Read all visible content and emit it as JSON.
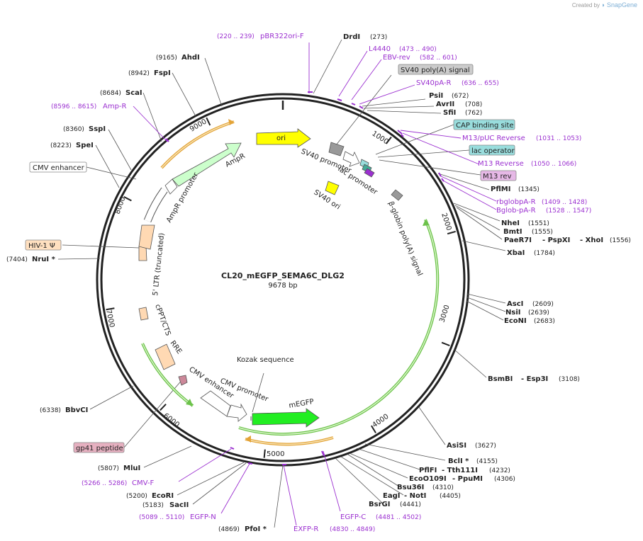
{
  "credit": {
    "prefix": "Created by",
    "brand": "SnapGene"
  },
  "plasmid": {
    "name": "CL20_mEGFP_SEMA6C_DLG2",
    "size": "9678 bp",
    "length": 9678
  },
  "colors": {
    "backbone": "#222222",
    "site_leader": "#555555",
    "primer": "#9b30d0",
    "ori": "#ffff00",
    "ampr": "#ccffcc",
    "mEGFP": "#22ee22",
    "promoter": "#ffffff",
    "ltr": "#ffd9b3",
    "grey_feature": "#999999",
    "cap_site": "#99dddd",
    "lac_operator": "#99dddd",
    "sv40_polya_box": "#cccccc",
    "m13rev_box": "#e6b8e6",
    "gp41_box": "#e6b0c0",
    "hiv_box": "#ffe0c0",
    "orf_orange": "#e3a337",
    "orf_green": "#6cc24a"
  },
  "ticks": [
    "1000",
    "2000",
    "3000",
    "4000",
    "5000",
    "6000",
    "7000",
    "8000",
    "9000"
  ],
  "features": [
    {
      "label": "ori"
    },
    {
      "label": "AmpR"
    },
    {
      "label": "AmpR promoter"
    },
    {
      "label": "SV40 promoter"
    },
    {
      "label": "lac promoter"
    },
    {
      "label": "SV40 ori"
    },
    {
      "label": "β-globin poly(A) signal"
    },
    {
      "label": "5' LTR (truncated)"
    },
    {
      "label": "cPPT/CTS"
    },
    {
      "label": "RRE"
    },
    {
      "label": "CMV enhancer"
    },
    {
      "label": "CMV promoter"
    },
    {
      "label": "Kozak sequence"
    },
    {
      "label": "mEGFP"
    }
  ],
  "sites": [
    {
      "name": "DrdI",
      "pos": "(273)"
    },
    {
      "name": "PsiI",
      "pos": "(672)"
    },
    {
      "name": "AvrII",
      "pos": "(708)"
    },
    {
      "name": "SfiI",
      "pos": "(762)"
    },
    {
      "name": "PflMI",
      "pos": "(1345)"
    },
    {
      "name": "NheI",
      "pos": "(1551)"
    },
    {
      "name": "BmtI",
      "pos": "(1555)"
    },
    {
      "name": "PaeR7I",
      "name2": "PspXI",
      "name3": "XhoI",
      "pos": "(1556)"
    },
    {
      "name": "XbaI",
      "pos": "(1784)"
    },
    {
      "name": "AscI",
      "pos": "(2609)"
    },
    {
      "name": "NsiI",
      "pos": "(2639)"
    },
    {
      "name": "EcoNI",
      "pos": "(2683)"
    },
    {
      "name": "BsmBI",
      "name2": "Esp3I",
      "pos": "(3108)"
    },
    {
      "name": "AsiSI",
      "pos": "(3627)"
    },
    {
      "name": "BclI *",
      "pos": "(4155)"
    },
    {
      "name": "PflFI",
      "name2": "Tth111I",
      "pos": "(4232)"
    },
    {
      "name": "EcoO109I",
      "name2": "PpuMI",
      "pos": "(4306)"
    },
    {
      "name": "Bsu36I",
      "pos": "(4310)"
    },
    {
      "name": "EagI",
      "name2": "NotI",
      "pos": "(4405)"
    },
    {
      "name": "BsrGI",
      "pos": "(4441)"
    },
    {
      "name": "PfoI *",
      "pos": "(4869)"
    },
    {
      "name": "SacII",
      "pos": "(5183)"
    },
    {
      "name": "EcoRI",
      "pos": "(5200)"
    },
    {
      "name": "MluI",
      "pos": "(5807)"
    },
    {
      "name": "BbvCI",
      "pos": "(6338)"
    },
    {
      "name": "NruI *",
      "pos": "(7404)"
    },
    {
      "name": "SpeI",
      "pos": "(8223)"
    },
    {
      "name": "SspI",
      "pos": "(8360)"
    },
    {
      "name": "ScaI",
      "pos": "(8684)"
    },
    {
      "name": "FspI",
      "pos": "(8942)"
    },
    {
      "name": "AhdI",
      "pos": "(9165)"
    }
  ],
  "primers": [
    {
      "name": "pBR322ori-F",
      "range": "(220 .. 239)"
    },
    {
      "name": "L4440",
      "range": "(473 .. 490)"
    },
    {
      "name": "EBV-rev",
      "range": "(582 .. 601)"
    },
    {
      "name": "SV40pA-R",
      "range": "(636 .. 655)"
    },
    {
      "name": "M13/pUC Reverse",
      "range": "(1031 .. 1053)"
    },
    {
      "name": "M13 Reverse",
      "range": "(1050 .. 1066)"
    },
    {
      "name": "rbglobpA-R",
      "range": "(1409 .. 1428)"
    },
    {
      "name": "Bglob-pA-R",
      "range": "(1528 .. 1547)"
    },
    {
      "name": "EGFP-C",
      "range": "(4481 .. 4502)"
    },
    {
      "name": "EXFP-R",
      "range": "(4830 .. 4849)"
    },
    {
      "name": "EGFP-N",
      "range": "(5089 .. 5110)"
    },
    {
      "name": "CMV-F",
      "range": "(5266 .. 5286)"
    },
    {
      "name": "Amp-R",
      "range": "(8596 .. 8615)"
    }
  ],
  "boxed": [
    {
      "label": "SV40 poly(A) signal"
    },
    {
      "label": "CAP binding site"
    },
    {
      "label": "lac operator"
    },
    {
      "label": "M13 rev"
    },
    {
      "label": "CMV enhancer"
    },
    {
      "label": "HIV-1 Ψ"
    },
    {
      "label": "gp41 peptide"
    }
  ]
}
